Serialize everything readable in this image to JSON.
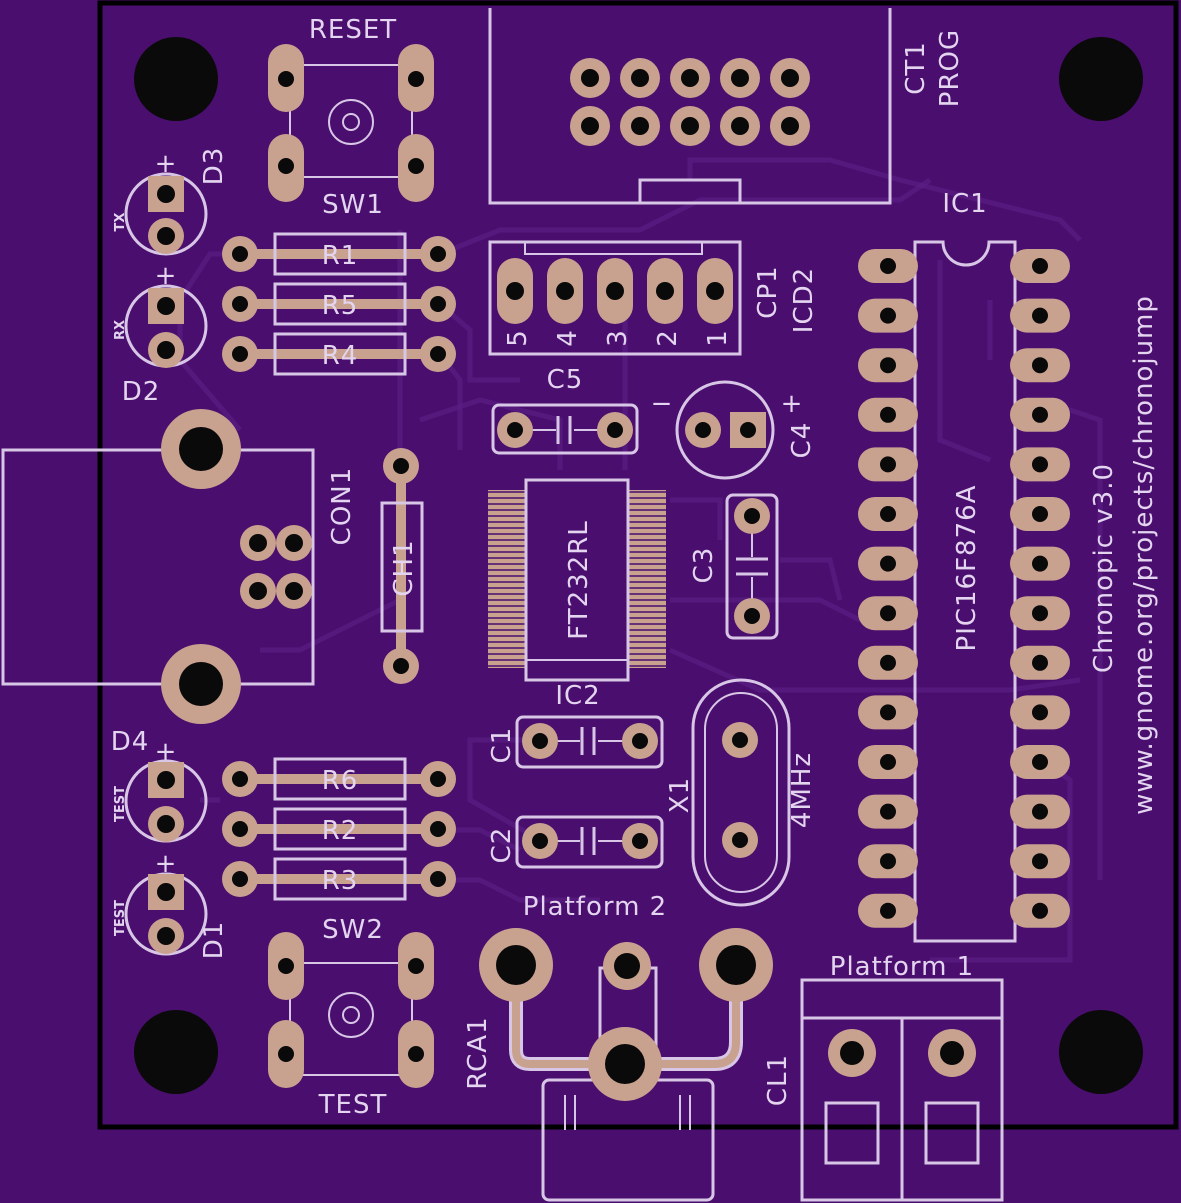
{
  "colors": {
    "board": "#4a0e6e",
    "silkscreen": "#d8c6e6",
    "copper": "#c9a18f",
    "outline": "#000000"
  },
  "labels": {
    "reset": "RESET",
    "sw1": "SW1",
    "sw2": "SW2",
    "test_switch": "TEST",
    "d1": "D1",
    "d2": "D2",
    "d3": "D3",
    "d4": "D4",
    "tx": "TX",
    "rx": "RX",
    "test_led_a": "TEST",
    "test_led_b": "TEST",
    "r1": "R1",
    "r2": "R2",
    "r3": "R3",
    "r4": "R4",
    "r5": "R5",
    "r6": "R6",
    "con1": "CON1",
    "ch1": "CH1",
    "ft232": "FT232RL",
    "ic2": "IC2",
    "c1": "C1",
    "c2": "C2",
    "c3": "C3",
    "c4": "C4",
    "c5": "C5",
    "ct1": "CT1",
    "prog": "PROG",
    "cp1": "CP1",
    "icd2": "ICD2",
    "icd_pin5": "5",
    "icd_pin4": "4",
    "icd_pin3": "3",
    "icd_pin2": "2",
    "icd_pin1": "1",
    "ic1": "IC1",
    "pic": "PIC16F876A",
    "x1": "X1",
    "freq": "4MHz",
    "platform2": "Platform 2",
    "platform1": "Platform 1",
    "rca1": "RCA1",
    "cl1": "CL1",
    "version": "Chronopic v3.0",
    "url": "www.gnome.org/projects/chronojump",
    "plus": "+",
    "minus": "−"
  }
}
